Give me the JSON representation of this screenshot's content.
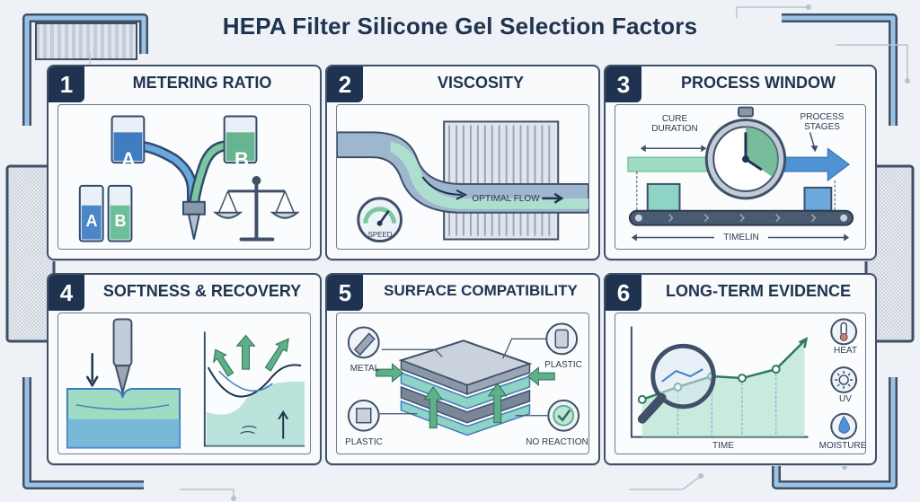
{
  "title": "HEPA Filter Silicone Gel Selection Factors",
  "colors": {
    "navy": "#1f3350",
    "blue": "#3f7cc2",
    "green": "#5fb08a",
    "teal": "#8fd3c4",
    "steel": "#8a97a8"
  },
  "cards": [
    {
      "number": "1",
      "title": "METERING RATIO",
      "labels": {
        "a_top": "A",
        "b_top": "B",
        "a_small": "A",
        "b_small": "B"
      }
    },
    {
      "number": "2",
      "title": "VISCOSITY",
      "labels": {
        "flow": "OPTIMAL FLOW",
        "gauge": "SPEED"
      }
    },
    {
      "number": "3",
      "title": "PROCESS WINDOW",
      "labels": {
        "cure_line1": "CURE",
        "cure_line2": "DURATION",
        "stages_line1": "PROCESS",
        "stages_line2": "STAGES",
        "timeline": "TIMELIN"
      }
    },
    {
      "number": "4",
      "title": "SOFTNESS & RECOVERY",
      "labels": {}
    },
    {
      "number": "5",
      "title": "SURFACE COMPATIBILITY",
      "labels": {
        "metal": "METAL",
        "plastic_right": "PLASTIC",
        "plastic_left": "PLASTIC",
        "no_reaction": "NO REACTION"
      }
    },
    {
      "number": "6",
      "title": "LONG-TERM EVIDENCE",
      "labels": {
        "time": "TIME",
        "heat": "HEAT",
        "uv": "UV",
        "moisture": "MOISTURE"
      }
    }
  ]
}
